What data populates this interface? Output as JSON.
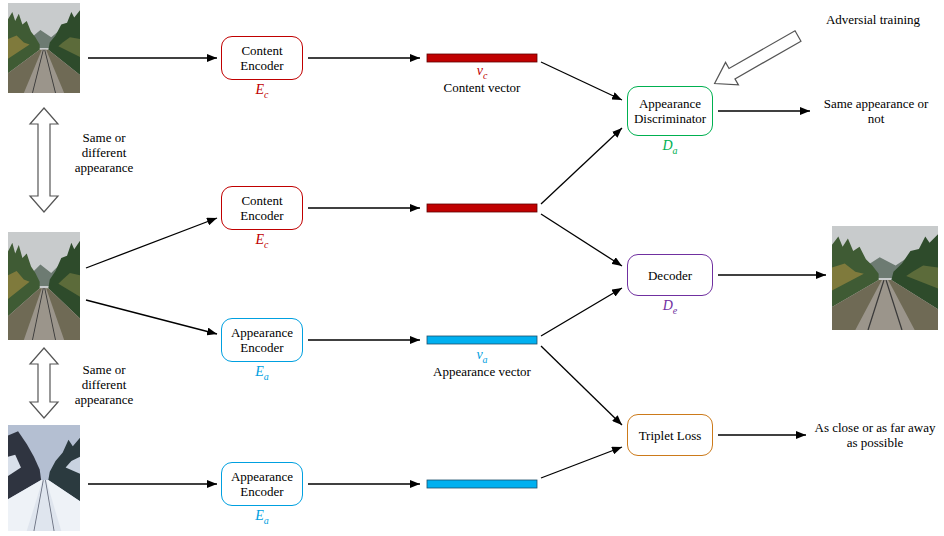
{
  "diagram": {
    "nodes": [
      {
        "text": [
          "Content Encoder",
          "E",
          "c"
        ]
      },
      {
        "text": [
          "Content Encoder",
          "E",
          "c"
        ]
      },
      {
        "text": [
          "Appearance Encoder",
          "E",
          "a"
        ]
      },
      {
        "text": [
          "Appearance Encoder",
          "E",
          "a"
        ]
      },
      {
        "text": [
          "Appearance Discriminator",
          "D",
          "a"
        ]
      },
      {
        "text": [
          "Decoder",
          "D",
          "e"
        ]
      },
      {
        "text": [
          "Triplet Loss"
        ]
      }
    ],
    "labels": [
      "Same or different appearance",
      "Same or different appearance",
      "v",
      "c",
      "Content vector",
      "v",
      "a",
      "Appearance vector",
      "Adversial training",
      "Same appearance or not",
      "As close or as far away as possible"
    ]
  }
}
